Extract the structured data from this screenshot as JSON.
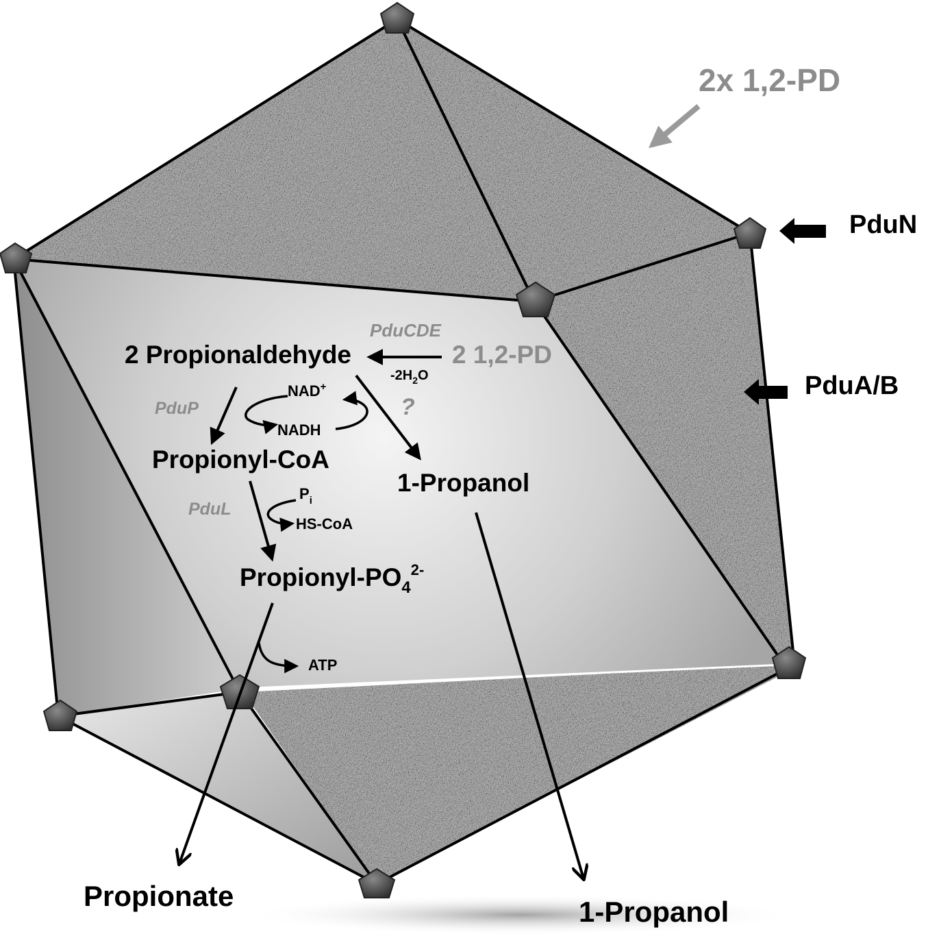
{
  "labels": {
    "substrate_outside": "2x 1,2-PD",
    "shell_vertex": "PduN",
    "shell_facet": "PduA/B",
    "propionaldehyde": "2 Propionaldehyde",
    "substrate_inside": "2 1,2-PD",
    "enzyme_dehydratase": "PduCDE",
    "water_loss_prefix": "-2H",
    "water_loss_sub": "2",
    "water_loss_suffix": "O",
    "nad_main": "NAD",
    "nad_sup": "+",
    "nadh": "NADH",
    "unknown": "?",
    "enzyme_aldehyde_dh": "PduP",
    "propionyl_coa": "Propionyl-CoA",
    "propanol_inside": "1-Propanol",
    "enzyme_ptac": "PduL",
    "pi_main": "P",
    "pi_sub": "i",
    "hs_coa": "HS-CoA",
    "propionyl_po4_main": "Propionyl-PO",
    "propionyl_po4_sub": "4",
    "propionyl_po4_sup": "2-",
    "atp": "ATP",
    "propionate": "Propionate",
    "propanol_outside": "1-Propanol"
  },
  "colors": {
    "label_gray": "#8c8c8c",
    "label_black": "#000000",
    "vertex_gray": "#5a5a5a"
  },
  "icons": {
    "vertex": "pentagon-vertex-icon",
    "arrow": "arrow-icon"
  }
}
